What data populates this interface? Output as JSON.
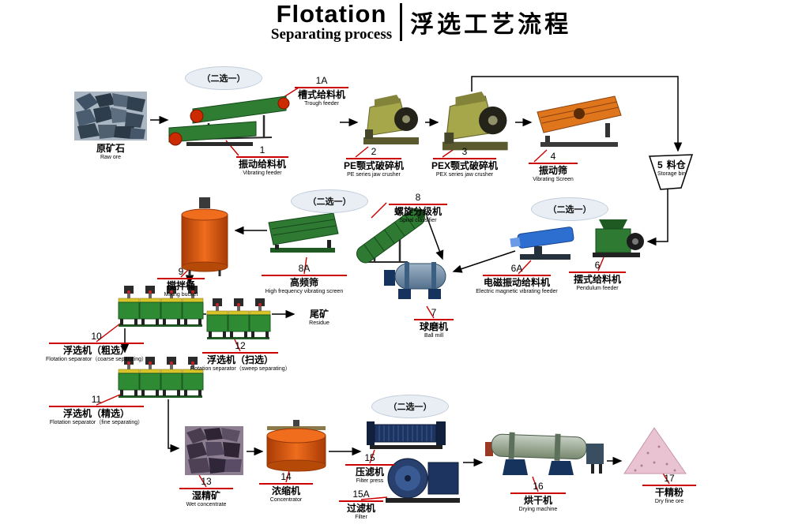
{
  "title": {
    "en_main": "Flotation",
    "en_sub": "Separating process",
    "zh": "浮选工艺流程"
  },
  "choose_one": "（二选一）",
  "colors": {
    "callout": "#cc0000",
    "arrow": "#000000",
    "machine_green": "#2f7a33",
    "machine_orange": "#e8641a",
    "machine_blue": "#2d6fd1",
    "machine_navy": "#1d3460"
  },
  "nodes": [
    {
      "num": "",
      "zh": "原矿石",
      "en": "Raw ore"
    },
    {
      "num": "1A",
      "zh": "槽式给料机",
      "en": "Trough feeder"
    },
    {
      "num": "1",
      "zh": "振动给料机",
      "en": "Vibrating feeder"
    },
    {
      "num": "2",
      "zh": "PE颚式破碎机",
      "en": "PE series jaw crusher"
    },
    {
      "num": "3",
      "zh": "PEX颚式破碎机",
      "en": "PEX series jaw crusher"
    },
    {
      "num": "4",
      "zh": "振动筛",
      "en": "Vibrating Screen"
    },
    {
      "num": "5",
      "zh": "料仓",
      "en": "Storage bin"
    },
    {
      "num": "6A",
      "zh": "电磁振动给料机",
      "en": "Electric magnetic vibrating feeder"
    },
    {
      "num": "6",
      "zh": "摆式给料机",
      "en": "Pendulum feeder"
    },
    {
      "num": "8",
      "zh": "螺旋分级机",
      "en": "Spiral classifier"
    },
    {
      "num": "8A",
      "zh": "高频筛",
      "en": "High frequency vibrating screen"
    },
    {
      "num": "7",
      "zh": "球磨机",
      "en": "Ball mill"
    },
    {
      "num": "9",
      "zh": "搅拌桶",
      "en": "Mixing bucket"
    },
    {
      "num": "10",
      "zh": "浮选机（粗选）",
      "en": "Flotation separator（coarse separating）"
    },
    {
      "num": "12",
      "zh": "浮选机（扫选）",
      "en": "Flotation separator（sweep separating）"
    },
    {
      "num": "",
      "zh": "尾矿",
      "en": "Residue"
    },
    {
      "num": "11",
      "zh": "浮选机（精选）",
      "en": "Flotation separator（fine separating）"
    },
    {
      "num": "13",
      "zh": "湿精矿",
      "en": "Wet concentrate"
    },
    {
      "num": "14",
      "zh": "浓缩机",
      "en": "Concentrator"
    },
    {
      "num": "15",
      "zh": "压滤机",
      "en": "Filter press"
    },
    {
      "num": "15A",
      "zh": "过滤机",
      "en": "Filter"
    },
    {
      "num": "16",
      "zh": "烘干机",
      "en": "Drying machine"
    },
    {
      "num": "17",
      "zh": "干精粉",
      "en": "Dry fine ore"
    }
  ]
}
